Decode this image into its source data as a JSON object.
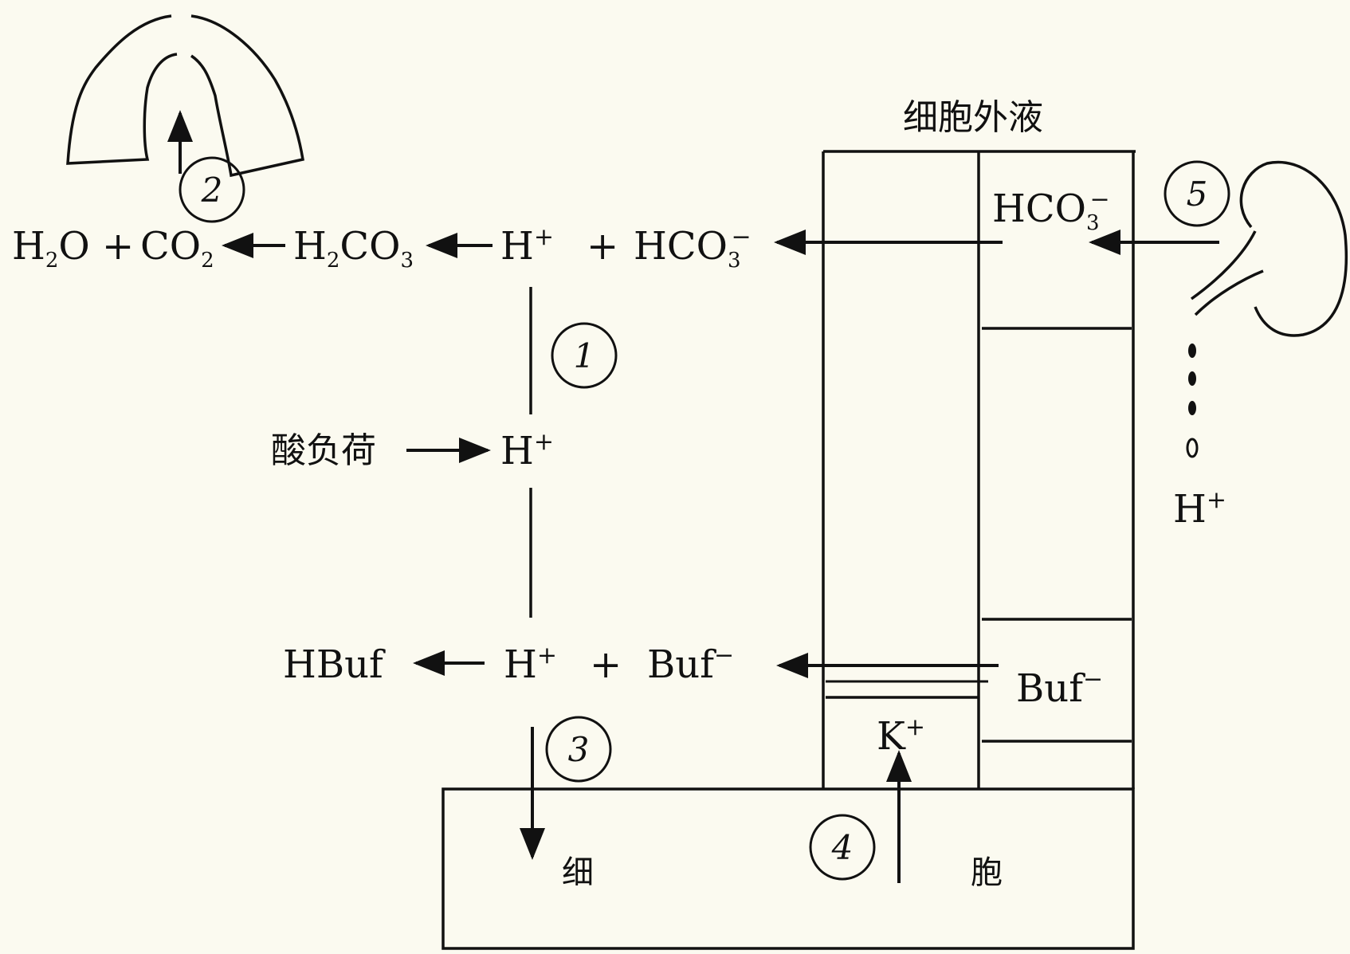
{
  "labels": {
    "extracellular_fluid": "细胞外液",
    "acid_load": "酸负荷",
    "cell_left": "细",
    "cell_right": "胞",
    "water": "H",
    "water_sub": "2",
    "water_o": "O",
    "plus": "+",
    "co2": "CO",
    "co2_sub": "2",
    "h2co3_h": "H",
    "h2co3_sub1": "2",
    "h2co3_co": "CO",
    "h2co3_sub2": "3",
    "h": "H",
    "h_sup": "+",
    "hco3": "HCO",
    "hco3_sub": "3",
    "hco3_sup": "−",
    "hbuf": "HBuf",
    "buf": "Buf",
    "buf_sup": "−",
    "k": "K",
    "k_sup": "+"
  },
  "steps": [
    "1",
    "2",
    "3",
    "4",
    "5"
  ],
  "icons": {
    "lungs": "lungs-icon",
    "kidney": "kidney-icon"
  }
}
